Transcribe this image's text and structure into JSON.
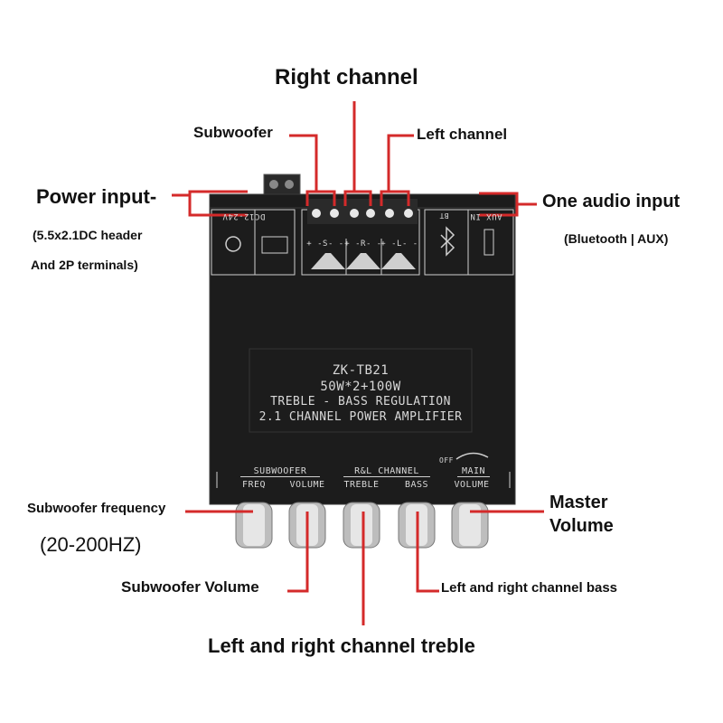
{
  "labels": {
    "right_channel": "Right channel",
    "subwoofer": "Subwoofer",
    "left_channel": "Left channel",
    "power_input": "Power input-",
    "power_sub1": "(5.5x2.1DC header",
    "power_sub2": "And 2P terminals)",
    "audio_input": "One audio input",
    "audio_sub": "(Bluetooth | AUX)",
    "sub_freq": "Subwoofer frequency",
    "sub_freq_range": "(20-200HZ)",
    "master_volume_1": "Master",
    "master_volume_2": "Volume",
    "sub_volume": "Subwoofer Volume",
    "lr_bass": "Left and right channel bass",
    "lr_treble": "Left and right channel treble"
  },
  "board": {
    "model": "ZK-TB21",
    "power": "50W*2+100W",
    "line3": "TREBLE - BASS REGULATION",
    "line4": "2.1 CHANNEL POWER AMPLIFIER",
    "dc_label": "DC12-24V",
    "aux_label": "AUX IN",
    "bt_mark": "BT",
    "spk_s": "+ -S- -",
    "spk_r": "+ -R- -",
    "spk_l": "+ -L- -",
    "group_subwoofer": "SUBWOOFER",
    "group_rl": "R&L CHANNEL",
    "group_main": "MAIN",
    "knob_freq": "FREQ",
    "knob_volume": "VOLUME",
    "knob_treble": "TREBLE",
    "knob_bass": "BASS",
    "knob_main_volume": "VOLUME",
    "off": "OFF"
  },
  "colors": {
    "leader": "#d42a2a",
    "board": "#1c1c1c",
    "print": "#d8d8d8"
  }
}
